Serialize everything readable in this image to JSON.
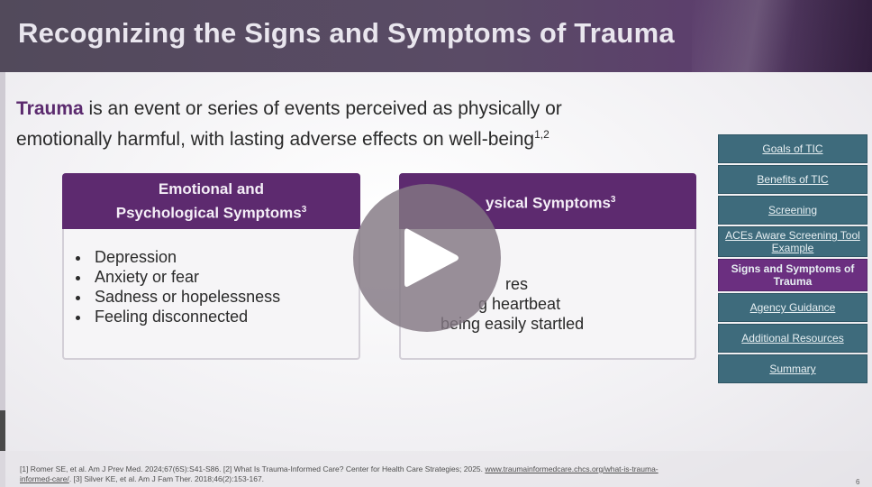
{
  "slide": {
    "title": "Recognizing the Signs and Symptoms of Trauma",
    "intro": {
      "keyword": "Trauma",
      "text_line1": " is an event or series of events perceived as physically or",
      "text_line2": "emotionally harmful, with lasting adverse effects on well-being",
      "ref": "1,2"
    },
    "cards": [
      {
        "heading_line1": "Emotional and",
        "heading_line2": "Psychological Symptoms",
        "ref": "3",
        "items": [
          "Depression",
          "Anxiety or fear",
          "Sadness or hopelessness",
          "Feeling disconnected"
        ]
      },
      {
        "heading_visible": "ysical Symptoms",
        "ref": "3",
        "items": [
          "res",
          "g heartbeat",
          "being easily startled"
        ]
      }
    ],
    "footnote_line1": "[1] Romer SE, et al. Am J Prev Med. 2024;67(6S):S41-S86. [2] What Is Trauma-Informed Care? Center for Health Care Strategies; 2025. ",
    "footnote_link1": "www.traumainformedcare.chcs.org/what-is-trauma-",
    "footnote_link2": "informed-care/",
    "footnote_line2": ". [3] Silver KE, et al. Am J Fam Ther. 2018;46(2):153-167.",
    "page_number": "6"
  },
  "nav": [
    {
      "label": "Goals of TIC",
      "active": false
    },
    {
      "label": "Benefits of TIC",
      "active": false
    },
    {
      "label": "Screening",
      "active": false
    },
    {
      "label": "ACEs Aware Screening Tool Example",
      "active": false
    },
    {
      "label": "Signs and Symptoms of Trauma",
      "active": true
    },
    {
      "label": "Agency Guidance",
      "active": false
    },
    {
      "label": "Additional Resources",
      "active": false
    },
    {
      "label": "Summary",
      "active": false
    }
  ],
  "video": {
    "play_icon": "play-icon"
  },
  "colors": {
    "accent": "#5d2a6f",
    "nav": "#3e6b7c",
    "nav_active": "#6b2f80"
  }
}
